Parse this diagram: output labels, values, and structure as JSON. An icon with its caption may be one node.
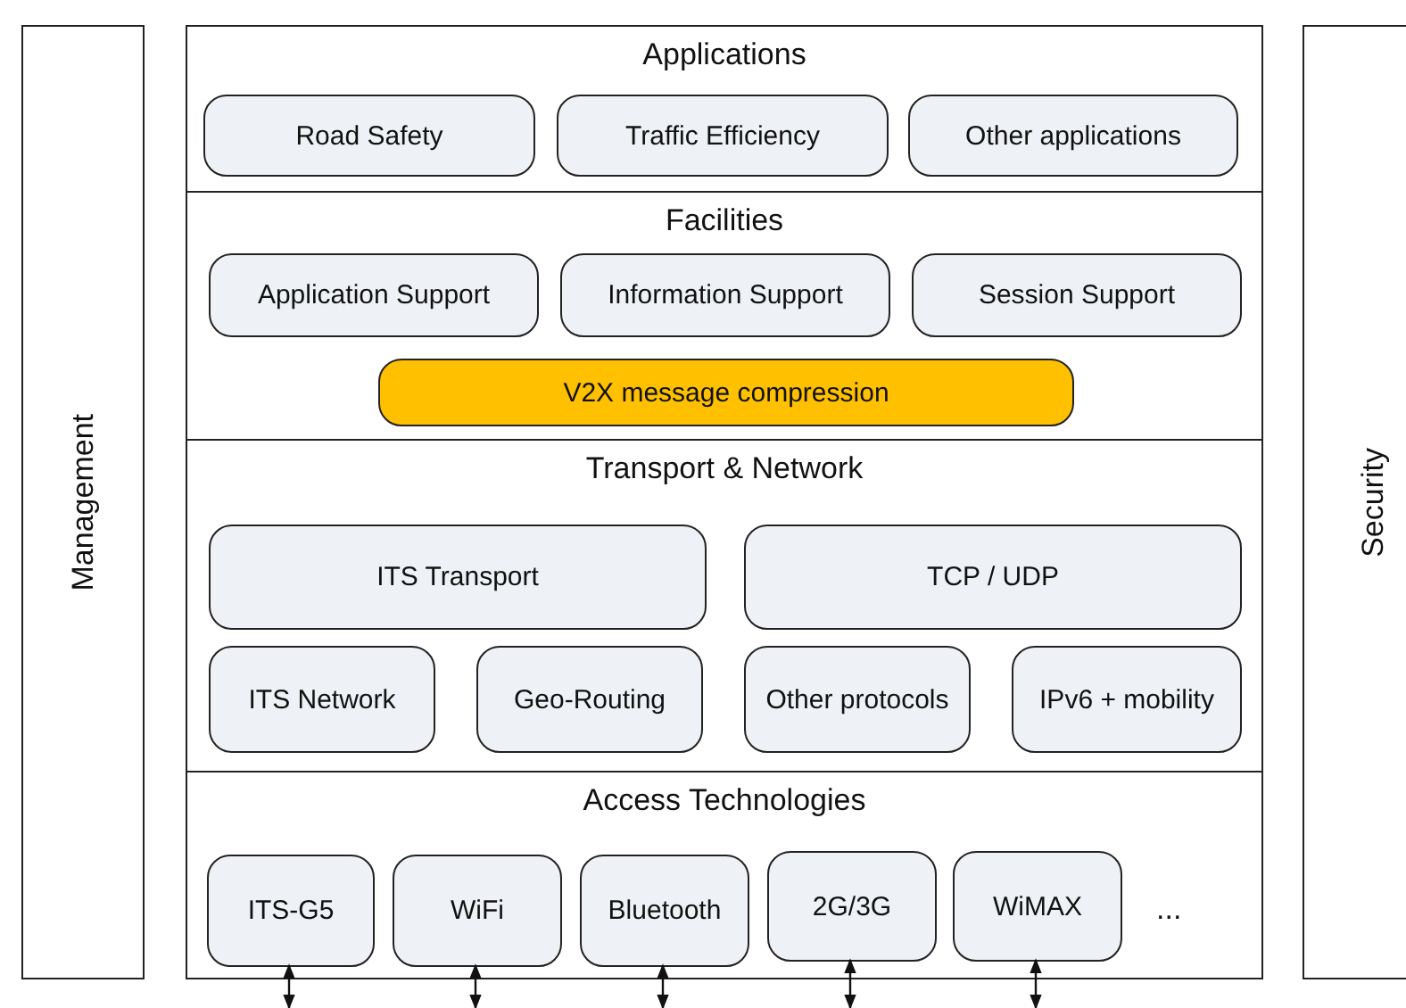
{
  "diagram": {
    "nodes": [
      {
        "text": [
          "Management"
        ]
      },
      {
        "text": [
          "Applications"
        ]
      },
      {
        "text": [
          "Road Safety"
        ],
        "in": 1
      },
      {
        "text": [
          "Traffic Efficiency"
        ],
        "in": 1
      },
      {
        "text": [
          "Other applications"
        ],
        "in": 1
      },
      {
        "text": [
          "Facilities"
        ]
      },
      {
        "text": [
          "Application Support"
        ],
        "in": 5
      },
      {
        "text": [
          "Information Support"
        ],
        "in": 5
      },
      {
        "text": [
          "Session Support"
        ],
        "in": 5
      },
      {
        "text": [
          "V2X message compression"
        ],
        "in": 5
      },
      {
        "text": [
          "Transport & Network"
        ]
      },
      {
        "text": [
          "ITS Transport"
        ],
        "in": 10
      },
      {
        "text": [
          "TCP / UDP"
        ],
        "in": 10
      },
      {
        "text": [
          "ITS Network"
        ],
        "in": 10
      },
      {
        "text": [
          "Geo-Routing"
        ],
        "in": 10
      },
      {
        "text": [
          "Other protocols"
        ],
        "in": 10
      },
      {
        "text": [
          "IPv6 + mobility"
        ],
        "in": 10
      },
      {
        "text": [
          "Access Technologies"
        ]
      },
      {
        "text": [
          "ITS-G5"
        ],
        "in": 17
      },
      {
        "text": [
          "WiFi"
        ],
        "in": 17
      },
      {
        "text": [
          "Bluetooth"
        ],
        "in": 17
      },
      {
        "text": [
          "2G/3G"
        ],
        "in": 17
      },
      {
        "text": [
          "WiMAX"
        ],
        "in": 17
      },
      {
        "text": [
          "Security"
        ]
      }
    ],
    "edges": [
      {
        "from": 18,
        "to": null,
        "arrow": "both"
      },
      {
        "from": 19,
        "to": null,
        "arrow": "both"
      },
      {
        "from": 20,
        "to": null,
        "arrow": "both"
      },
      {
        "from": 21,
        "to": null,
        "arrow": "both"
      },
      {
        "from": 22,
        "to": null,
        "arrow": "both"
      }
    ],
    "labels": [
      "..."
    ]
  }
}
